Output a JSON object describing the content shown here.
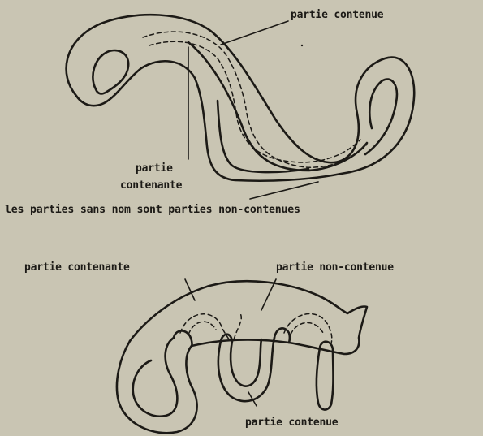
{
  "figure1": {
    "label_contained": "partie contenue",
    "label_container_line1": "partie",
    "label_container_line2": "contenante",
    "caption": "les parties sans nom sont parties non-contenues"
  },
  "figure2": {
    "label_container": "partie contenante",
    "label_noncontained": "partie non-contenue",
    "label_contained": "partie contenue"
  },
  "colors": {
    "ink": "#1c1a16",
    "paper": "#c9c5b3"
  }
}
